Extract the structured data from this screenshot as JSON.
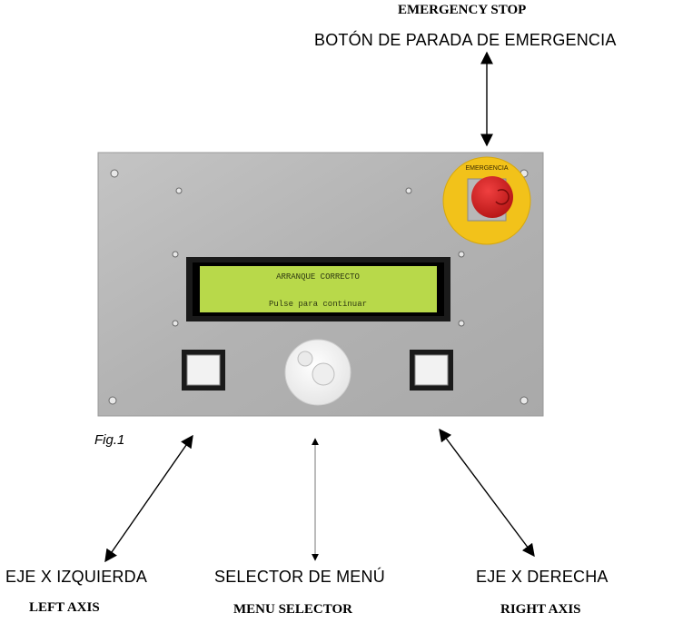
{
  "labels": {
    "emergency_stop_en": "EMERGENCY STOP",
    "emergency_stop_es": "BOTÓN DE PARADA DE EMERGENCIA",
    "left_axis_es": "EJE X IZQUIERDA",
    "left_axis_en": "LEFT AXIS",
    "menu_selector_es": "SELECTOR DE MENÚ",
    "menu_selector_en": "MENU SELECTOR",
    "right_axis_es": "EJE X DERECHA",
    "right_axis_en": "RIGHT AXIS",
    "figure": "Fig.1"
  },
  "lcd": {
    "line1": "ARRANQUE CORRECTO",
    "line2": "Pulse para continuar"
  },
  "estop_ring_text": "EMERGENCIA",
  "colors": {
    "panel": "#b5b5b5",
    "lcd_background": "#b8d94a",
    "lcd_text": "#2f3a12",
    "estop_ring": "#f2c21a",
    "estop_button": "#d91e1e"
  }
}
